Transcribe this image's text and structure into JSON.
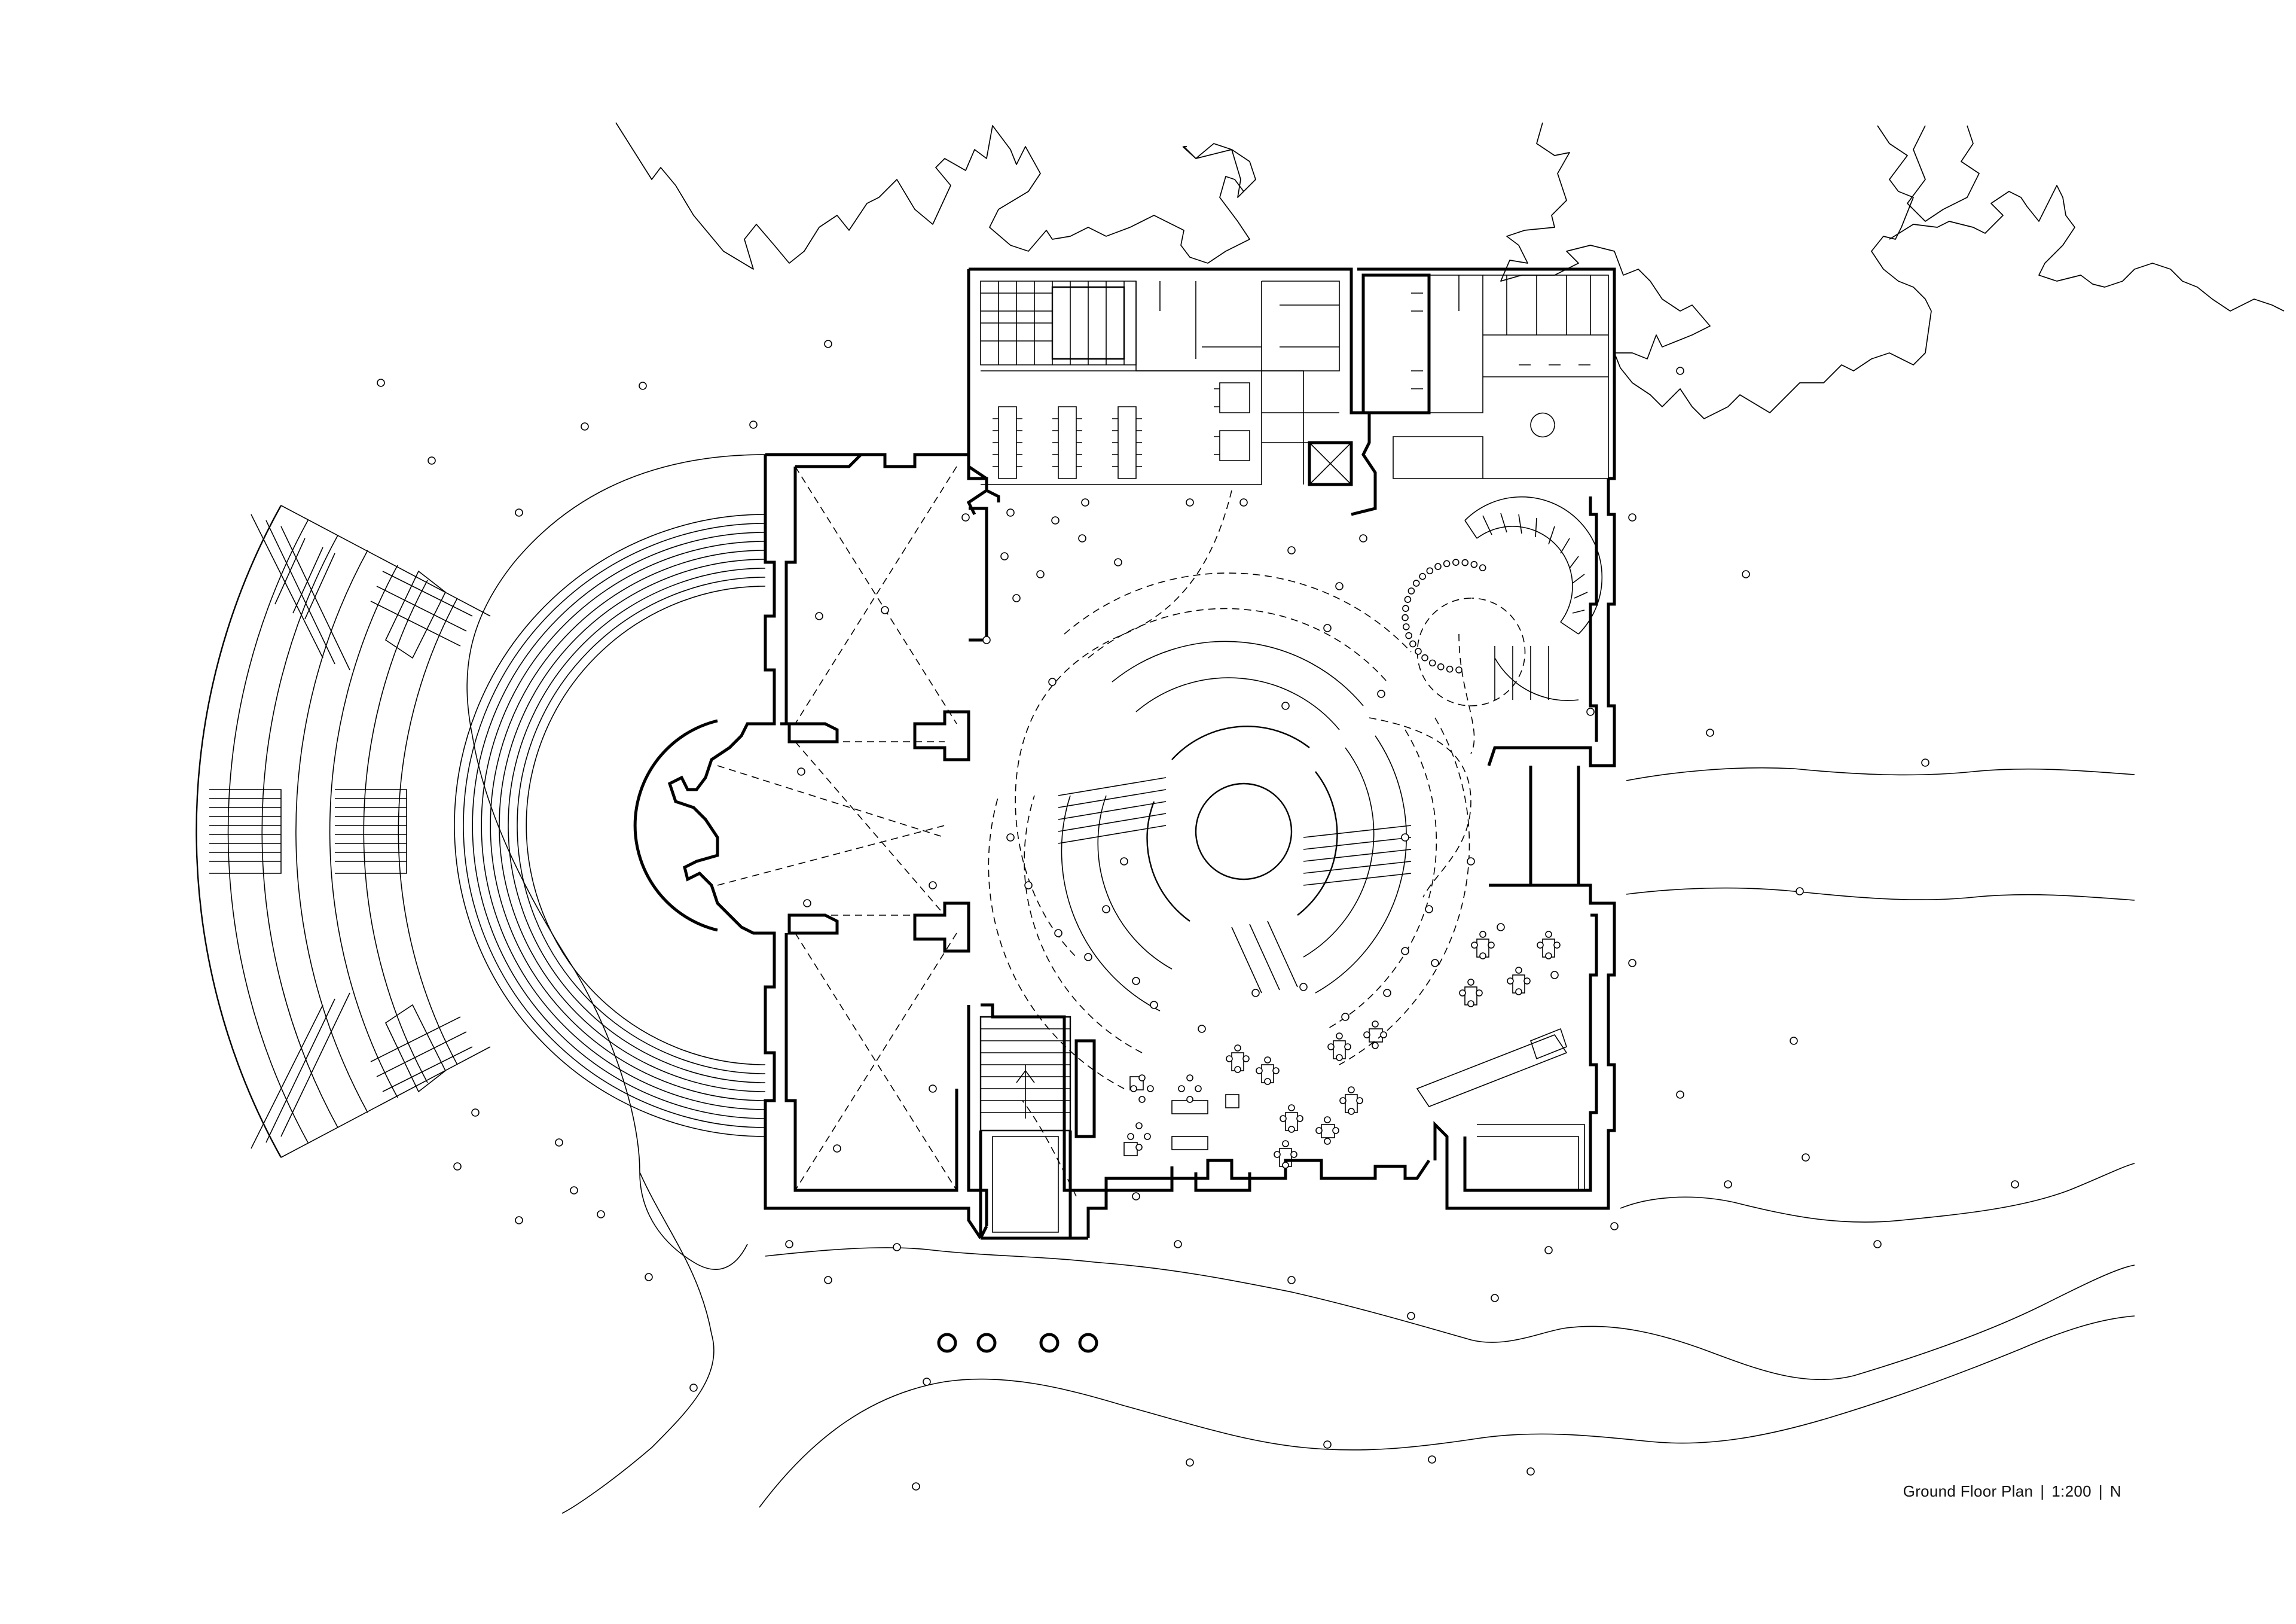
{
  "caption": {
    "title": "Ground Floor Plan",
    "scale": "1:200",
    "north": "N"
  }
}
